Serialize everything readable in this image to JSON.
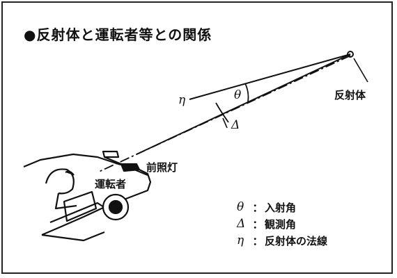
{
  "title": "●反射体と運転者等との関係",
  "labels": {
    "reflector": "反射体",
    "headlight": "前照灯",
    "driver": "運転者",
    "eta": "η",
    "theta": "θ",
    "delta": "Δ"
  },
  "legend": [
    {
      "symbol": "θ",
      "colon": "：",
      "text": "入射角"
    },
    {
      "symbol": "Δ",
      "colon": "：",
      "text": "観測角"
    },
    {
      "symbol": "η",
      "colon": "：",
      "text": "反射体の法線"
    }
  ]
}
